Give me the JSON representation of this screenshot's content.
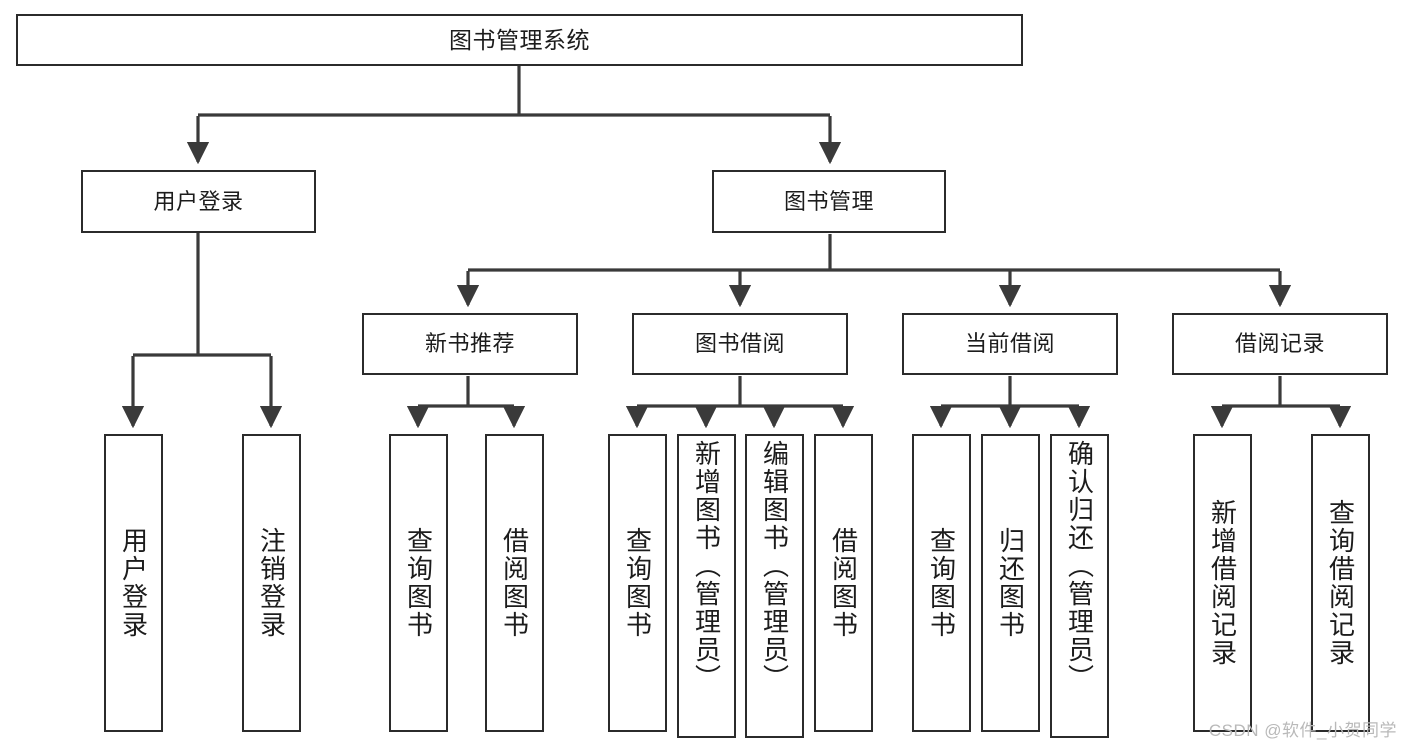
{
  "diagram": {
    "title": "图书管理系统",
    "type": "hierarchy-tree",
    "watermark": "CSDN @软件_小贺同学",
    "colors": {
      "background": "#ffffff",
      "box_border": "#2b2b2b",
      "box_fill": "#ffffff",
      "connector": "#3a3a3a",
      "text": "#1c1c1c",
      "watermark": "#b9b9b9"
    },
    "root": {
      "label": "图书管理系统"
    },
    "level2": [
      {
        "label": "用户登录"
      },
      {
        "label": "图书管理"
      }
    ],
    "level3": [
      {
        "label": "新书推荐"
      },
      {
        "label": "图书借阅"
      },
      {
        "label": "当前借阅"
      },
      {
        "label": "借阅记录"
      }
    ],
    "leaves": {
      "user_login": [
        {
          "label": "用户登录"
        },
        {
          "label": "注销登录"
        }
      ],
      "new_book_recommend": [
        {
          "label": "查询图书"
        },
        {
          "label": "借阅图书"
        }
      ],
      "book_borrow": [
        {
          "label": "查询图书"
        },
        {
          "label": "新增图书（管理员）"
        },
        {
          "label": "编辑图书（管理员）"
        },
        {
          "label": "借阅图书"
        }
      ],
      "current_borrow": [
        {
          "label": "查询图书"
        },
        {
          "label": "归还图书"
        },
        {
          "label": "确认归还（管理员）"
        }
      ],
      "borrow_record": [
        {
          "label": "新增借阅记录"
        },
        {
          "label": "查询借阅记录"
        }
      ]
    }
  }
}
